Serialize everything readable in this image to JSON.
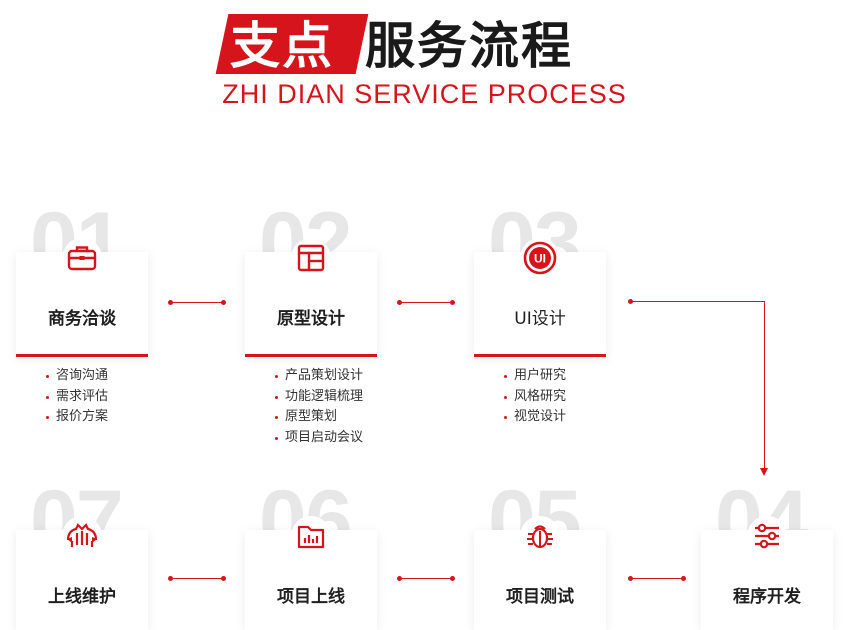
{
  "header": {
    "title_red": "支点",
    "title_black": "服务流程",
    "subtitle": "ZHI DIAN SERVICE PROCESS"
  },
  "steps": [
    {
      "num": "01",
      "title": "商务洽谈",
      "icon": "briefcase-icon",
      "items": [
        "咨询沟通",
        "需求评估",
        "报价方案"
      ]
    },
    {
      "num": "02",
      "title": "原型设计",
      "icon": "layout-icon",
      "items": [
        "产品策划设计",
        "功能逻辑梳理",
        "原型策划",
        "项目启动会议"
      ]
    },
    {
      "num": "03",
      "title": "UI设计",
      "icon": "ui-badge-icon",
      "items": [
        "用户研究",
        "风格研究",
        "视觉设计"
      ]
    },
    {
      "num": "04",
      "title": "程序开发",
      "icon": "sliders-icon",
      "items": []
    },
    {
      "num": "05",
      "title": "项目测试",
      "icon": "bug-icon",
      "items": []
    },
    {
      "num": "06",
      "title": "项目上线",
      "icon": "folder-icon",
      "items": []
    },
    {
      "num": "07",
      "title": "上线维护",
      "icon": "maintenance-icon",
      "items": []
    }
  ],
  "colors": {
    "accent": "#d6141c",
    "number": "#e7e7e7"
  }
}
